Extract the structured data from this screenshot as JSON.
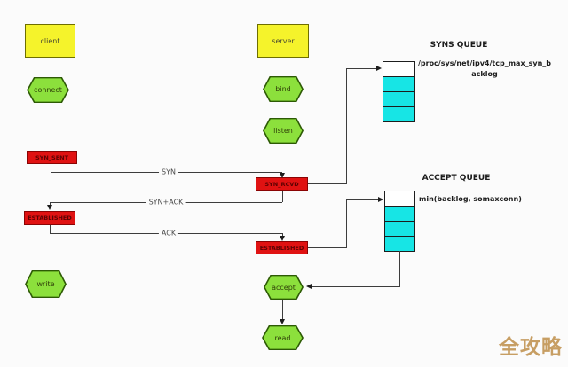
{
  "nodes": {
    "client": "client",
    "connect": "connect",
    "syn_sent": "SYN_SENT",
    "client_established": "ESTABLISHED",
    "write": "write",
    "server": "server",
    "bind": "bind",
    "listen": "listen",
    "syn_rcvd": "SYN_RCVD",
    "server_established": "ESTABLISHED",
    "accept": "accept",
    "read": "read"
  },
  "messages": {
    "syn": "SYN",
    "syn_ack": "SYN+ACK",
    "ack": "ACK"
  },
  "syns_queue": {
    "title": "SYNS QUEUE",
    "param": "/proc/sys/net/ipv4/tcp_max_syn_backlog"
  },
  "accept_queue": {
    "title": "ACCEPT QUEUE",
    "param": "min(backlog, somaxconn)"
  },
  "watermark": "全攻略",
  "colors": {
    "node_yellow": "#f5f32b",
    "node_green": "#8ce03c",
    "state_red": "#e01212",
    "queue_cyan": "#17e5e5"
  }
}
